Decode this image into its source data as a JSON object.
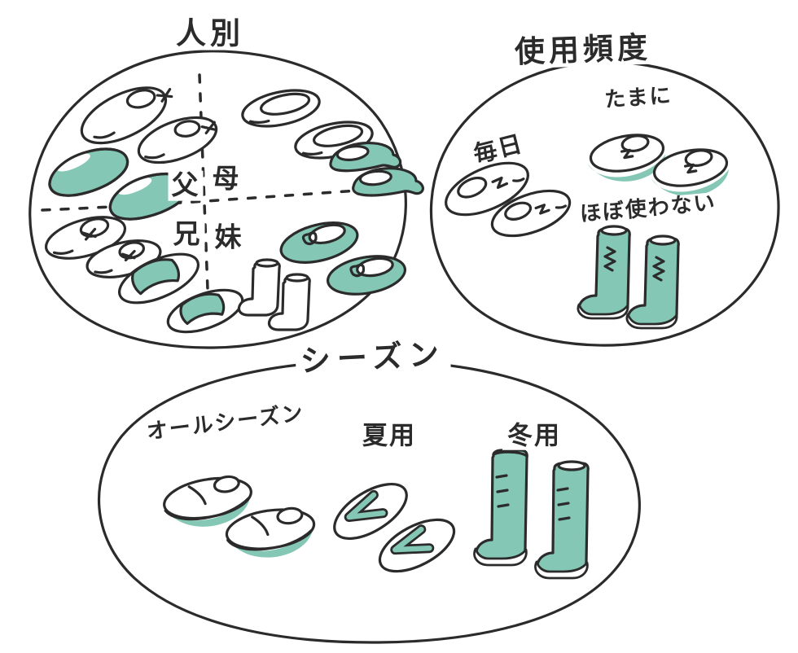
{
  "illustration": {
    "ink_color": "#2b2b2b",
    "accent_color": "#84c7b5",
    "person": {
      "title": "人別",
      "father": "父",
      "mother": "母",
      "brother": "兄",
      "sister": "妹"
    },
    "frequency": {
      "title": "使用頻度",
      "daily": "毎日",
      "occasionally": "たまに",
      "rarely": "ほぼ使わない"
    },
    "season": {
      "title": "シーズン",
      "all_season": "オールシーズン",
      "summer": "夏用",
      "winter": "冬用"
    }
  }
}
